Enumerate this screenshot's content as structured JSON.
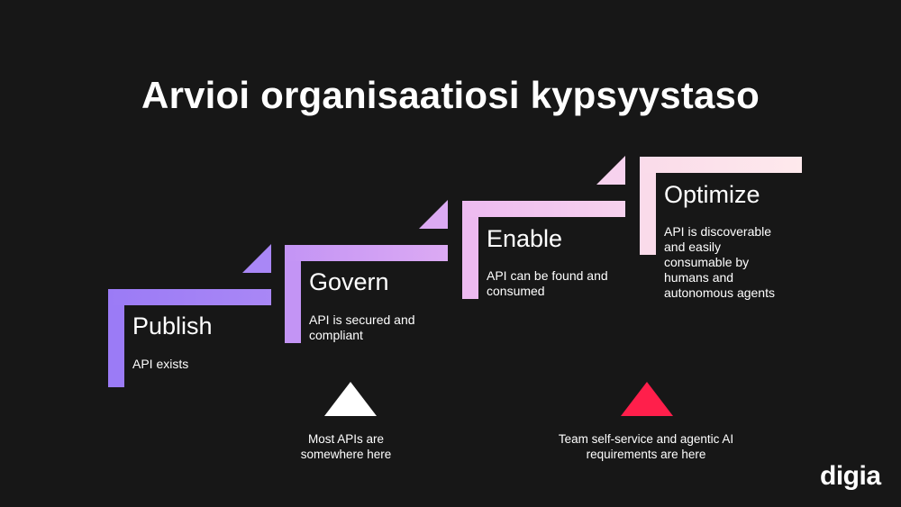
{
  "title": "Arvioi organisaatiosi kypsyystaso",
  "steps": [
    {
      "name": "Publish",
      "desc": "API exists",
      "color": "#9b7bf6"
    },
    {
      "name": "Govern",
      "desc": "API is secured and compliant",
      "color": "#d7a2f4"
    },
    {
      "name": "Enable",
      "desc": "API can be found and consumed",
      "color": "#f1c6ee"
    },
    {
      "name": "Optimize",
      "desc": "API is discoverable and easily consumable by humans and autonomous agents",
      "color": "#fde3ea"
    }
  ],
  "markers": [
    {
      "text": "Most APIs are somewhere here",
      "color": "#ffffff"
    },
    {
      "text": "Team self-service and agentic AI requirements are here",
      "color": "#ff1f4b"
    }
  ],
  "logo": "digia"
}
